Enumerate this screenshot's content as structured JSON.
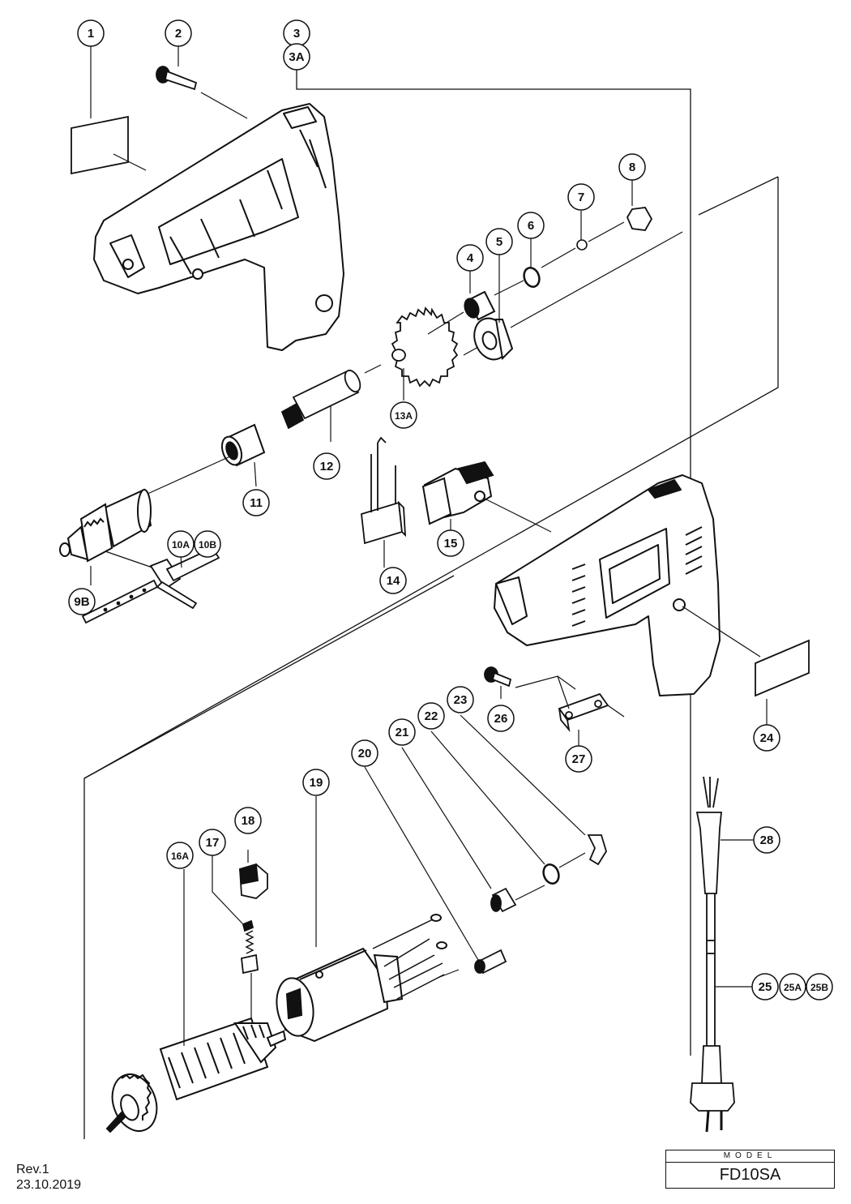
{
  "parts": [
    {
      "key": "p1",
      "label": "1"
    },
    {
      "key": "p2",
      "label": "2"
    },
    {
      "key": "p3",
      "label": "3"
    },
    {
      "key": "p3a",
      "label": "3A"
    },
    {
      "key": "p4",
      "label": "4"
    },
    {
      "key": "p5",
      "label": "5"
    },
    {
      "key": "p6",
      "label": "6"
    },
    {
      "key": "p7",
      "label": "7"
    },
    {
      "key": "p8",
      "label": "8"
    },
    {
      "key": "p9b",
      "label": "9B"
    },
    {
      "key": "p10a",
      "label": "10A"
    },
    {
      "key": "p10b",
      "label": "10B"
    },
    {
      "key": "p11",
      "label": "11"
    },
    {
      "key": "p12",
      "label": "12"
    },
    {
      "key": "p13a",
      "label": "13A"
    },
    {
      "key": "p14",
      "label": "14"
    },
    {
      "key": "p15",
      "label": "15"
    },
    {
      "key": "p16a",
      "label": "16A"
    },
    {
      "key": "p17",
      "label": "17"
    },
    {
      "key": "p18",
      "label": "18"
    },
    {
      "key": "p19",
      "label": "19"
    },
    {
      "key": "p20",
      "label": "20"
    },
    {
      "key": "p21",
      "label": "21"
    },
    {
      "key": "p22",
      "label": "22"
    },
    {
      "key": "p23",
      "label": "23"
    },
    {
      "key": "p24",
      "label": "24"
    },
    {
      "key": "p25",
      "label": "25"
    },
    {
      "key": "p25a",
      "label": "25A"
    },
    {
      "key": "p25b",
      "label": "25B"
    },
    {
      "key": "p26",
      "label": "26"
    },
    {
      "key": "p27",
      "label": "27"
    },
    {
      "key": "p28",
      "label": "28"
    }
  ],
  "revision": {
    "rev": "Rev.1",
    "date": "23.10.2019"
  },
  "model": {
    "label": "MODEL",
    "value": "FD10SA"
  }
}
